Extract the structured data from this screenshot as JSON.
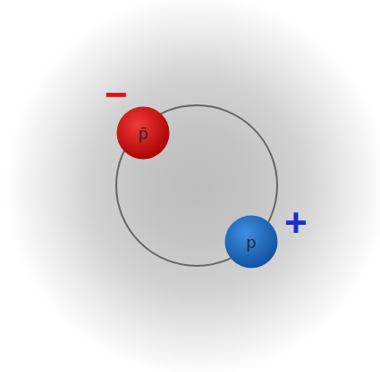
{
  "diagram": {
    "nodes": [
      {
        "text": [
          "p̄"
        ]
      },
      {
        "text": [
          "p"
        ]
      }
    ],
    "labels": [
      "−",
      "+"
    ]
  }
}
